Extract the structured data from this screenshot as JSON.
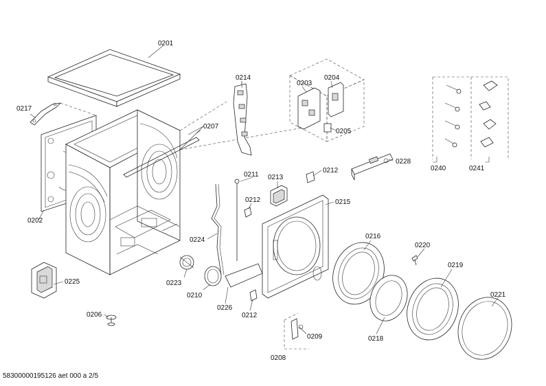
{
  "diagram": {
    "labels": [
      {
        "id": "0201",
        "text": "0201"
      },
      {
        "id": "0202",
        "text": "0202"
      },
      {
        "id": "0203",
        "text": "0203"
      },
      {
        "id": "0204",
        "text": "0204"
      },
      {
        "id": "0205",
        "text": "0205"
      },
      {
        "id": "0206",
        "text": "0206"
      },
      {
        "id": "0207",
        "text": "0207"
      },
      {
        "id": "0208",
        "text": "0208"
      },
      {
        "id": "0209",
        "text": "0209"
      },
      {
        "id": "0210",
        "text": "0210"
      },
      {
        "id": "0211",
        "text": "0211"
      },
      {
        "id": "0212a",
        "text": "0212"
      },
      {
        "id": "0212b",
        "text": "0212"
      },
      {
        "id": "0212c",
        "text": "0212"
      },
      {
        "id": "0213",
        "text": "0213"
      },
      {
        "id": "0214",
        "text": "0214"
      },
      {
        "id": "0215",
        "text": "0215"
      },
      {
        "id": "0216",
        "text": "0216"
      },
      {
        "id": "0217",
        "text": "0217"
      },
      {
        "id": "0218",
        "text": "0218"
      },
      {
        "id": "0219",
        "text": "0219"
      },
      {
        "id": "0220",
        "text": "0220"
      },
      {
        "id": "0221",
        "text": "0221"
      },
      {
        "id": "0223",
        "text": "0223"
      },
      {
        "id": "0224",
        "text": "0224"
      },
      {
        "id": "0225",
        "text": "0225"
      },
      {
        "id": "0226",
        "text": "0226"
      },
      {
        "id": "0228",
        "text": "0228"
      },
      {
        "id": "0240",
        "text": "0240"
      },
      {
        "id": "0241",
        "text": "0241"
      }
    ]
  },
  "footer": {
    "document_id": "58300000195126 aet 000 a 2/5"
  }
}
